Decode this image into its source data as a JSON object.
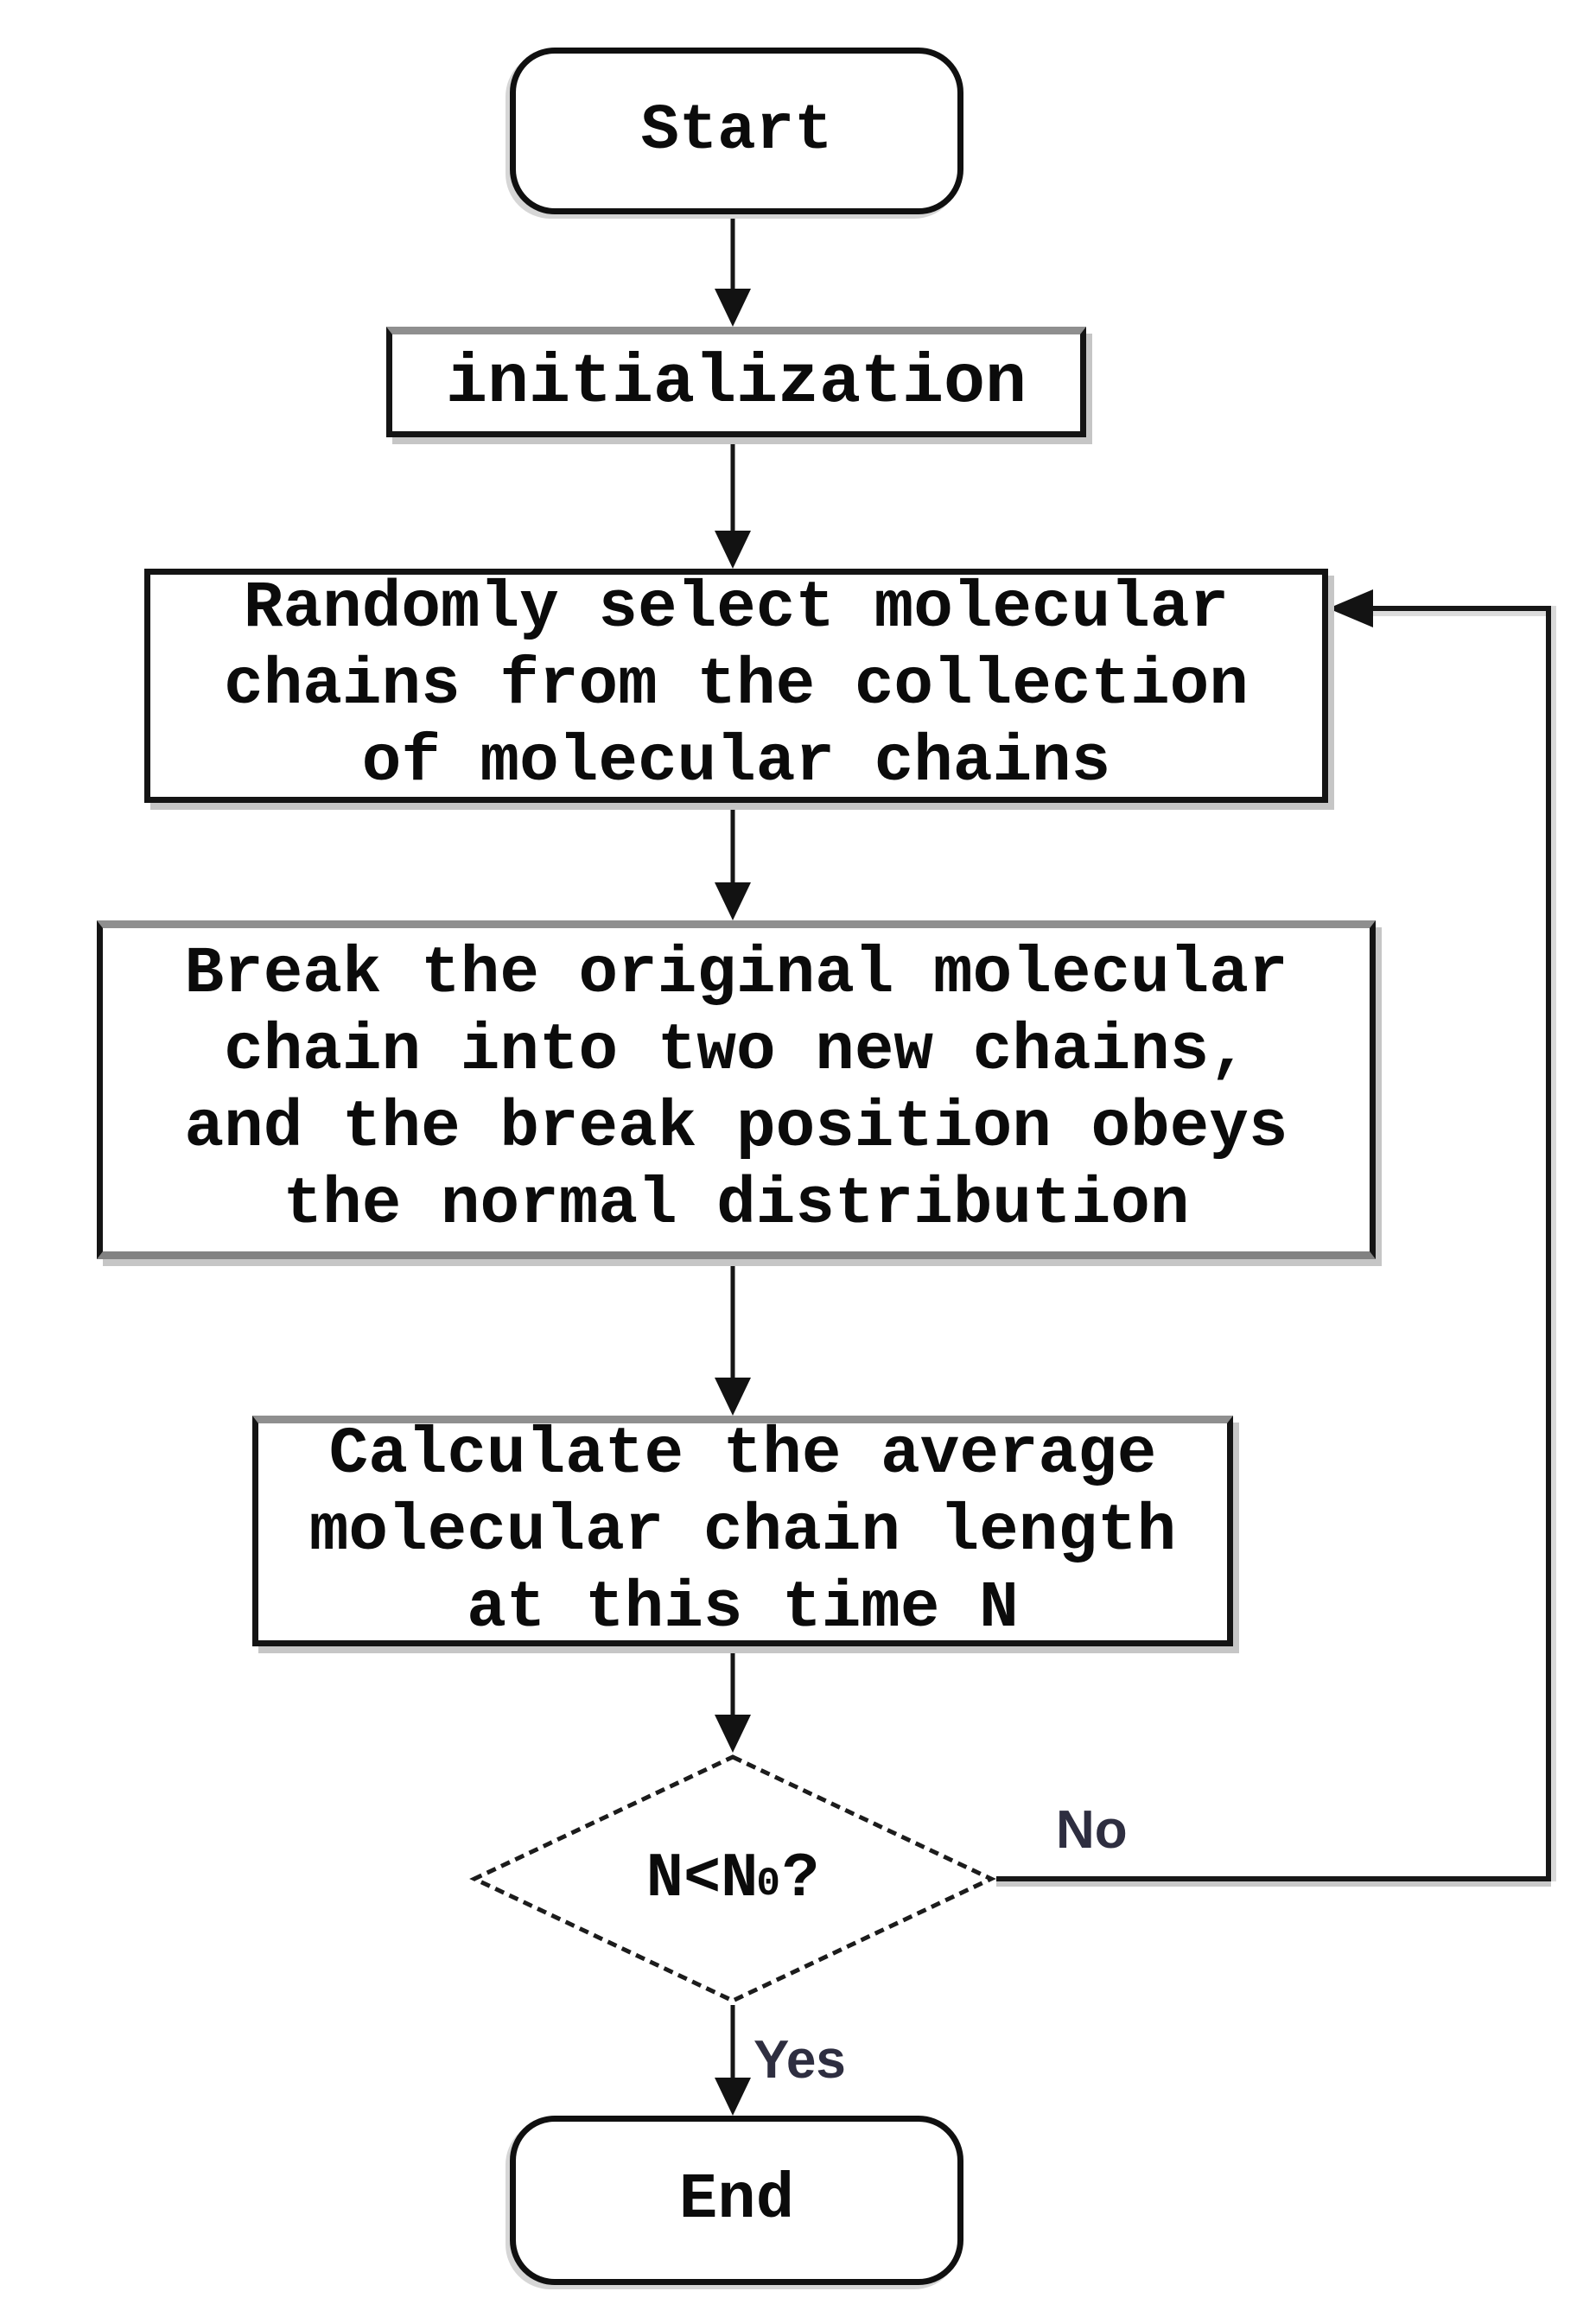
{
  "flowchart": {
    "nodes": {
      "start": {
        "label": "Start",
        "shape": "terminator"
      },
      "initialization": {
        "label": "initialization",
        "shape": "process"
      },
      "select": {
        "label": "Randomly select molecular\nchains from the collection\nof molecular chains",
        "shape": "process"
      },
      "break": {
        "label": "Break the original molecular\nchain into two new chains,\nand the break position obeys\nthe normal distribution",
        "shape": "process"
      },
      "calculate": {
        "label": "Calculate the average\nmolecular chain length\nat this time N",
        "shape": "process"
      },
      "decision": {
        "before_sub": "N<N",
        "sub": "0",
        "after_sub": "?",
        "shape": "decision"
      },
      "end": {
        "label": "End",
        "shape": "terminator"
      }
    },
    "edges": {
      "yes_label": "Yes",
      "no_label": "No"
    },
    "colors": {
      "background": "#ffffff",
      "line": "#141414",
      "node_fill": "#ffffff",
      "bevel_gray": "#8f8f8f",
      "shadow_gray": "#c9c9c9",
      "edge_label_text": "#2e2e40"
    }
  }
}
